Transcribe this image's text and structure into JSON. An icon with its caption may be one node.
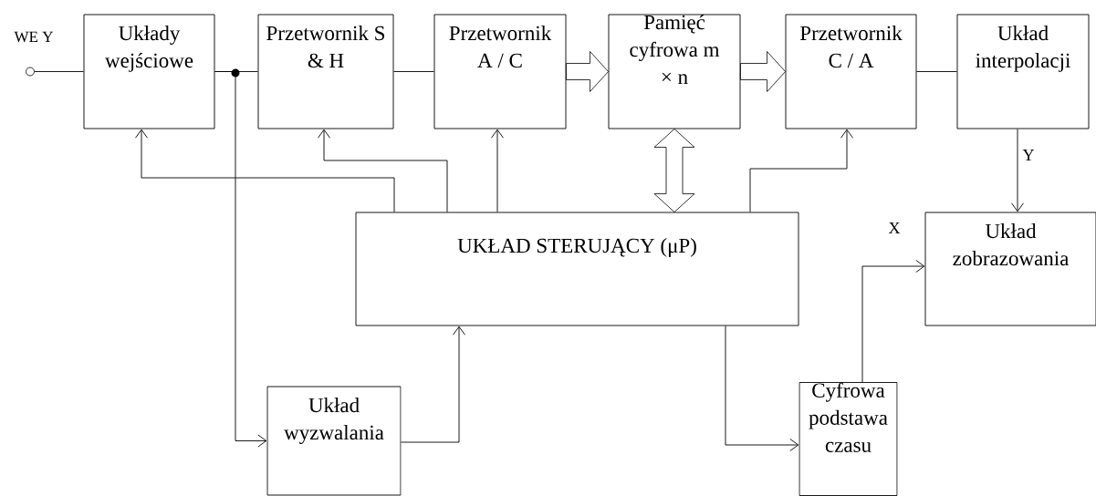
{
  "diagram": {
    "nodes": [
      {
        "text": [],
        "shape": "circle",
        "beside": [
          "WE Y"
        ]
      },
      {
        "text": [
          "Układy wejściowe"
        ]
      },
      {
        "text": [
          "Przetwornik S & H"
        ]
      },
      {
        "text": [
          "Przetwornik A / C"
        ]
      },
      {
        "text": [
          "Pamięć cyfrowa m × n"
        ]
      },
      {
        "text": [
          "Przetwornik C / A"
        ]
      },
      {
        "text": [
          "Układ interpolacji"
        ]
      },
      {
        "text": [
          "UKŁAD STERUJĄCY (μP)"
        ]
      },
      {
        "text": [
          "Układ zobrazowania"
        ]
      },
      {
        "text": [
          "Układ wyzwalania"
        ]
      },
      {
        "text": [
          "Cyfrowa podstawa czasu"
        ]
      }
    ],
    "edges": [
      {
        "from": 0,
        "to": 1,
        "arrow": "none"
      },
      {
        "from": 1,
        "to": 2,
        "arrow": "none"
      },
      {
        "from": 1,
        "to": 9,
        "arrow": "to"
      },
      {
        "from": 2,
        "to": 3,
        "arrow": "none"
      },
      {
        "from": 3,
        "to": 4,
        "arrow": "to",
        "style": "thick"
      },
      {
        "from": 4,
        "to": 5,
        "arrow": "to",
        "style": "thick"
      },
      {
        "from": 5,
        "to": 6,
        "arrow": "none"
      },
      {
        "from": 4,
        "to": 7,
        "arrow": "both",
        "style": "thick"
      },
      {
        "from": 7,
        "to": 1,
        "arrow": "to"
      },
      {
        "from": 7,
        "to": 2,
        "arrow": "to"
      },
      {
        "from": 7,
        "to": 3,
        "arrow": "to"
      },
      {
        "from": 7,
        "to": 5,
        "arrow": "to"
      },
      {
        "from": 6,
        "to": 8,
        "arrow": "to",
        "label": "Y"
      },
      {
        "from": 10,
        "to": 8,
        "arrow": "to",
        "label": "X"
      },
      {
        "from": 9,
        "to": 7,
        "arrow": "to"
      },
      {
        "from": 7,
        "to": 10,
        "arrow": "to"
      }
    ]
  }
}
